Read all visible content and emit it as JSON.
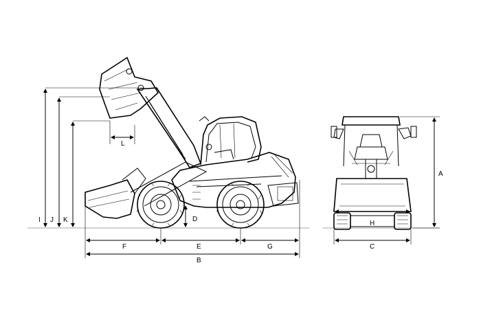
{
  "dimensions": {
    "A": "A",
    "B": "B",
    "C": "C",
    "D": "D",
    "E": "E",
    "F": "F",
    "G": "G",
    "H": "H",
    "I": "I",
    "J": "J",
    "K": "K",
    "L": "L"
  },
  "drawing": {
    "side_view": "wheel-loader-side-view",
    "front_view": "wheel-loader-front-view",
    "line_color": "#000000",
    "background": "#ffffff"
  }
}
